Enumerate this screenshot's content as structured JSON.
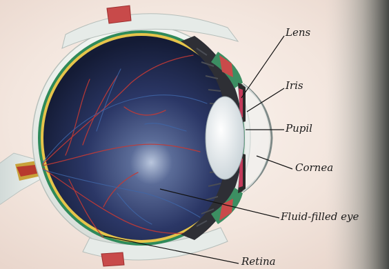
{
  "diagram": {
    "labels": {
      "lens": "Lens",
      "iris": "Iris",
      "pupil": "Pupil",
      "cornea": "Cornea",
      "fluid": "Fluid-filled eye",
      "retina": "Retina"
    },
    "colors": {
      "background": "#f1e4dc",
      "vitreous": "#25305a",
      "retina_layer": "#2f8a5a",
      "sclera": "#e8ece9",
      "vessels": "#c23a36",
      "veins": "#3f66a8",
      "muscle": "#c94a4a",
      "lens": "#e9eef1",
      "leader_line": "#111111"
    }
  }
}
